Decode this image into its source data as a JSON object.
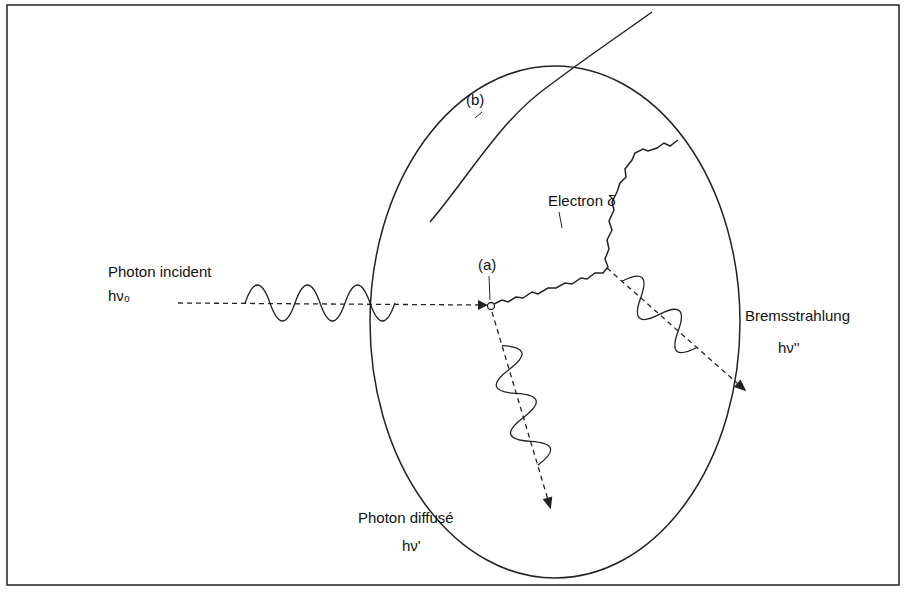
{
  "diagram": {
    "labels": [
      "(b)",
      "(a)",
      "Electron δ",
      "Photon incident",
      "hν₀",
      "Bremsstrahlung",
      "hν''",
      "Photon diffusé",
      "hν'"
    ]
  }
}
